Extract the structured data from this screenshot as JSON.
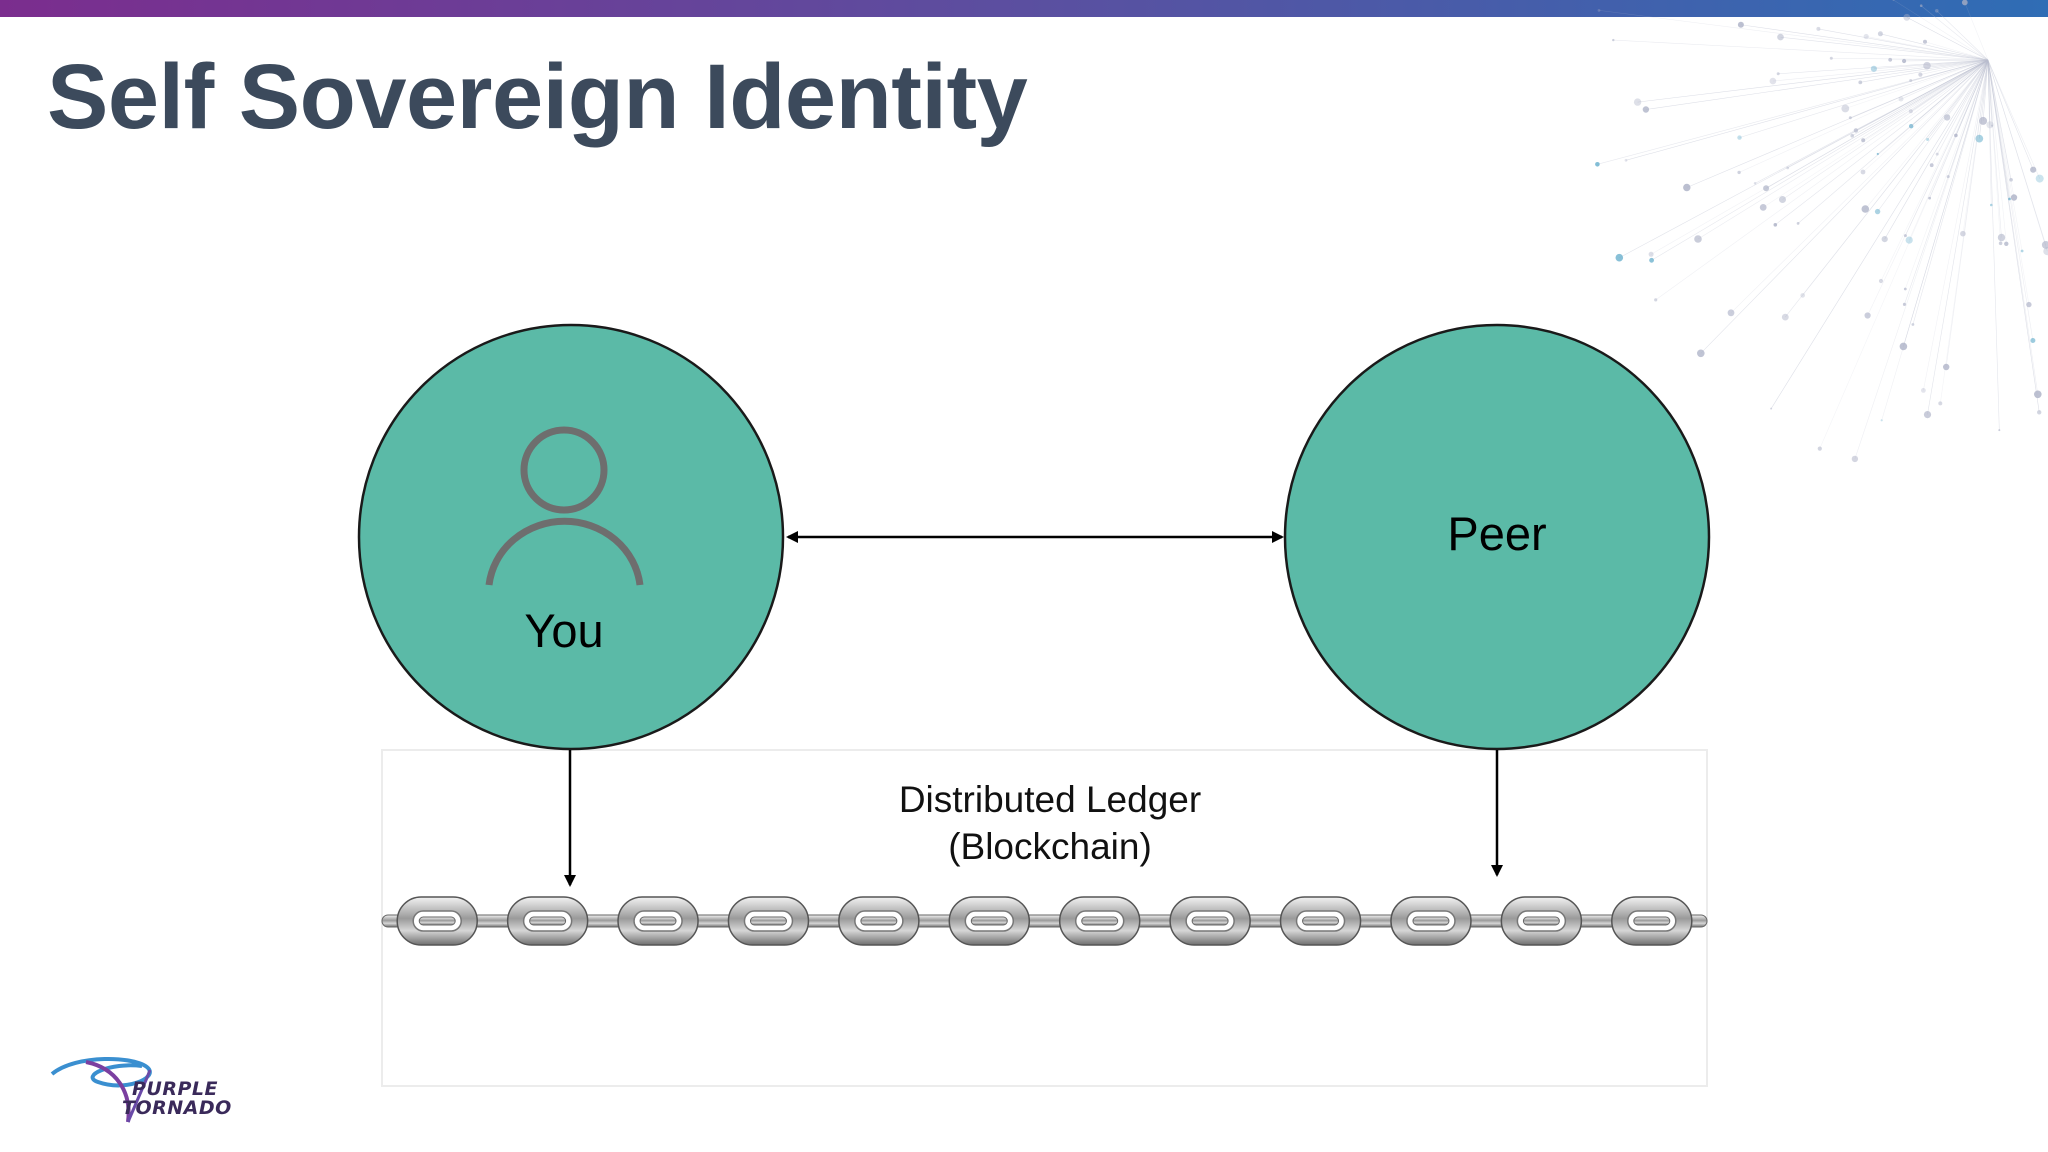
{
  "slide": {
    "title": "Self Sovereign Identity"
  },
  "diagram": {
    "left_node_label": "You",
    "right_node_label": "Peer",
    "ledger_label_line1": "Distributed Ledger",
    "ledger_label_line2": "(Blockchain)",
    "node_color": "#5bbaa7",
    "chain_link_count": 12,
    "icons": [
      "person-icon",
      "chain-icon"
    ]
  },
  "logo": {
    "line1": "PURPLE",
    "line2": "TORNADO"
  },
  "colors": {
    "title": "#3c4a5c",
    "top_bar_start": "#7b2d8e",
    "top_bar_end": "#2f6db5"
  }
}
